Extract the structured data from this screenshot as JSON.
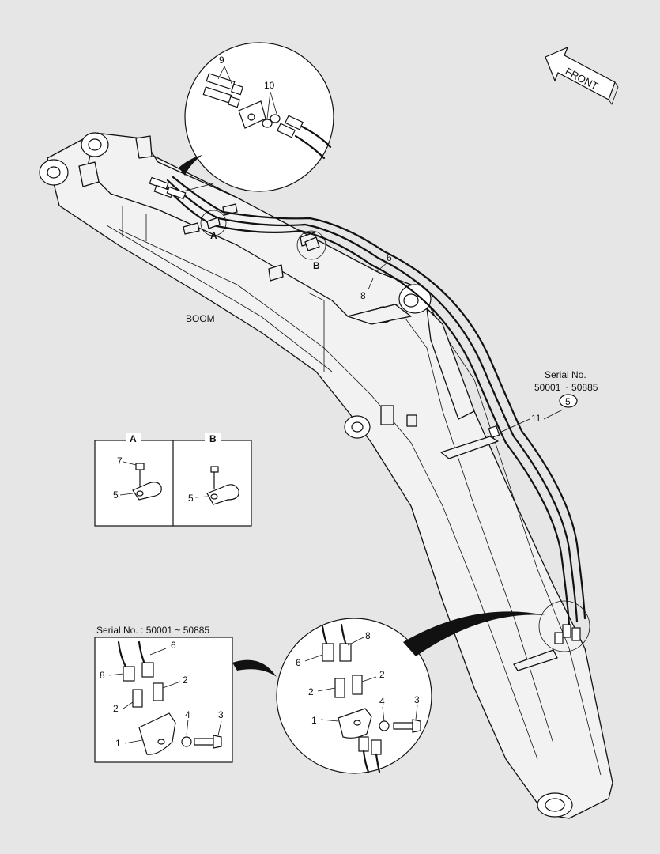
{
  "labels": {
    "boom": "BOOM",
    "front": "FRONT",
    "serial_header": "Serial No.",
    "serial_range": "50001 ~ 50885",
    "serial_ref": "5",
    "serial_box_title": "Serial No. : 50001 ~ 50885",
    "detail_a_title": "A",
    "detail_b_title": "B",
    "callout_a": "A",
    "callout_b": "B"
  },
  "callouts": {
    "p1": "1",
    "p2": "2",
    "p3": "3",
    "p4": "4",
    "p5": "5",
    "p6": "6",
    "p7": "7",
    "p8": "8",
    "p9": "9",
    "p10": "10",
    "p11": "11"
  },
  "colors": {
    "background": "#e6e6e6",
    "line": "#111111",
    "fill": "#f2f2f2"
  }
}
